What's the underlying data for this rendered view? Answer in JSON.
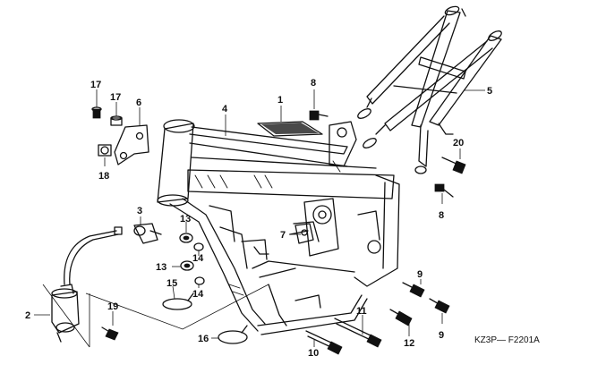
{
  "diagram": {
    "code": "KZ3P— F2201A",
    "labels": {
      "l1": "1",
      "l2": "2",
      "l3": "3",
      "l4": "4",
      "l5": "5",
      "l6": "6",
      "l7": "7",
      "l8a": "8",
      "l8b": "8",
      "l9a": "9",
      "l9b": "9",
      "l10": "10",
      "l11": "11",
      "l12": "12",
      "l13a": "13",
      "l13b": "13",
      "l14a": "14",
      "l14b": "14",
      "l15": "15",
      "l16": "16",
      "l17a": "17",
      "l17b": "17",
      "l18": "18",
      "l19": "19",
      "l20": "20"
    }
  }
}
